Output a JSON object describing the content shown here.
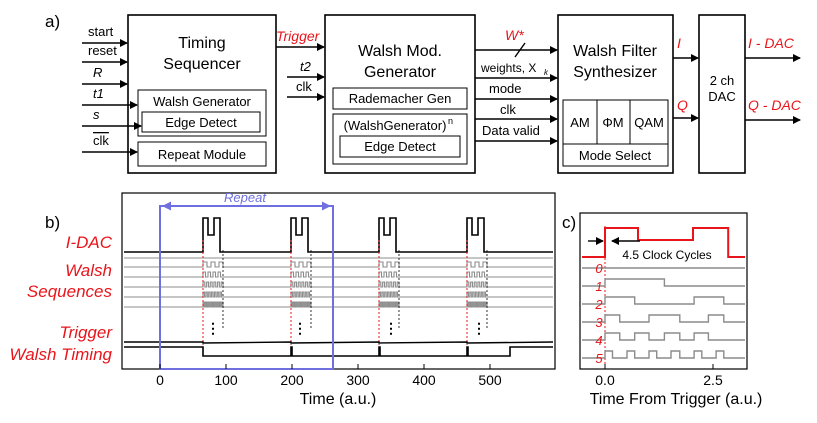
{
  "colors": {
    "accent_red": "#e8151b",
    "repeat_blue": "#6f6fe0",
    "trace_gray": "#8c8c8c"
  },
  "panel_a": {
    "label": "a)",
    "timing_sequencer": {
      "title_line1": "Timing",
      "title_line2": "Sequencer",
      "inputs": [
        "start",
        "reset",
        "R",
        "t1",
        "s",
        "clk"
      ],
      "walsh_generator": "Walsh Generator",
      "edge_detect": "Edge Detect",
      "repeat_module": "Repeat Module"
    },
    "trigger_label": "Trigger",
    "walsh_mod_generator": {
      "title_line1": "Walsh Mod.",
      "title_line2": "Generator",
      "inputs": [
        "t2",
        "clk"
      ],
      "rademacher_gen": "Rademacher Gen",
      "walsh_generator_n": "(WalshGenerator)",
      "superscript": "n",
      "edge_detect": "Edge Detect"
    },
    "bus_labels": {
      "w_star": "W*",
      "weights": "weights, X",
      "weights_sub": "k",
      "mode": "mode",
      "clk": "clk",
      "data_valid": "Data valid"
    },
    "walsh_filter_synthesizer": {
      "title_line1": "Walsh Filter",
      "title_line2": "Synthesizer",
      "modes": [
        "AM",
        "ΦM",
        "QAM"
      ],
      "mode_select": "Mode Select"
    },
    "channel_labels": [
      "I",
      "Q"
    ],
    "dac": {
      "line1": "2 ch",
      "line2": "DAC"
    },
    "outputs": [
      "I - DAC",
      "Q - DAC"
    ]
  },
  "panel_b": {
    "label": "b)",
    "repeat_label": "Repeat",
    "row_labels": [
      "I-DAC",
      "Walsh",
      "Sequences",
      "Trigger",
      "Walsh Timing"
    ],
    "x_axis": {
      "label": "Time (a.u.)",
      "ticks": [
        "0",
        "100",
        "200",
        "300",
        "400",
        "500"
      ]
    },
    "ellipsis": "⋮"
  },
  "panel_c": {
    "label": "c)",
    "annotation": "4.5 Clock Cycles",
    "row_labels": [
      "0",
      "1",
      "2",
      "3",
      "4",
      "5"
    ],
    "x_axis": {
      "label": "Time From Trigger (a.u.)",
      "ticks": [
        "0.0",
        "2.5"
      ]
    }
  }
}
